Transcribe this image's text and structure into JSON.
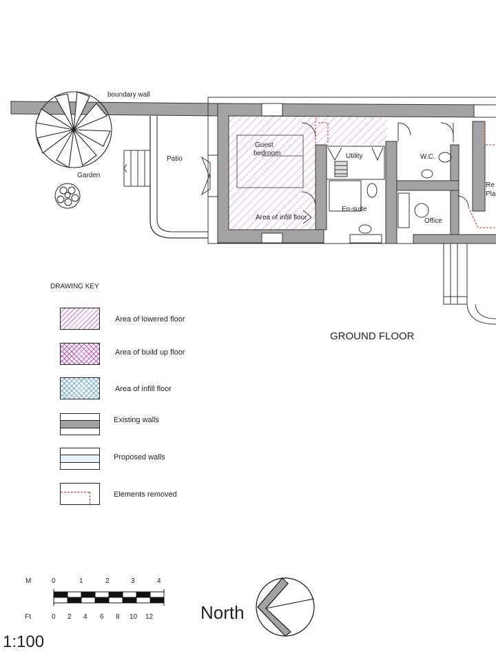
{
  "labels": {
    "boundary_wall": "boundary wall",
    "garden": "Garden",
    "patio": "Patio",
    "guest_bedroom_line1": "Guest",
    "guest_bedroom_line2": "bedroom",
    "utility": "Utility",
    "en_suite": "En-suite",
    "wc": "W.C.",
    "office": "Office",
    "area_of_infill": "Area of infill floor",
    "reception_line1": "Re",
    "reception_line2": "Pla",
    "ground_floor": "GROUND FLOOR"
  },
  "key": {
    "title": "DRAWING KEY",
    "items": [
      {
        "label": "Area of lowered floor"
      },
      {
        "label": "Area of build up floor"
      },
      {
        "label": "Area of infill floor"
      },
      {
        "label": "Existing walls"
      },
      {
        "label": "Proposed walls"
      },
      {
        "label": "Elements removed"
      }
    ]
  },
  "scale_bar": {
    "metres_label": "M",
    "metres": [
      "0",
      "1",
      "2",
      "3",
      "4"
    ],
    "feet_label": "Ft",
    "feet": [
      "0",
      "2",
      "4",
      "6",
      "8",
      "10",
      "12"
    ]
  },
  "north_label": "North",
  "scale": "1:100",
  "colors": {
    "existing_wall": "#a3a3a3",
    "lowered_floor_hatch": "#d46ad4",
    "infill_hatch": "#6aa8e0",
    "removed": "#e02020"
  }
}
